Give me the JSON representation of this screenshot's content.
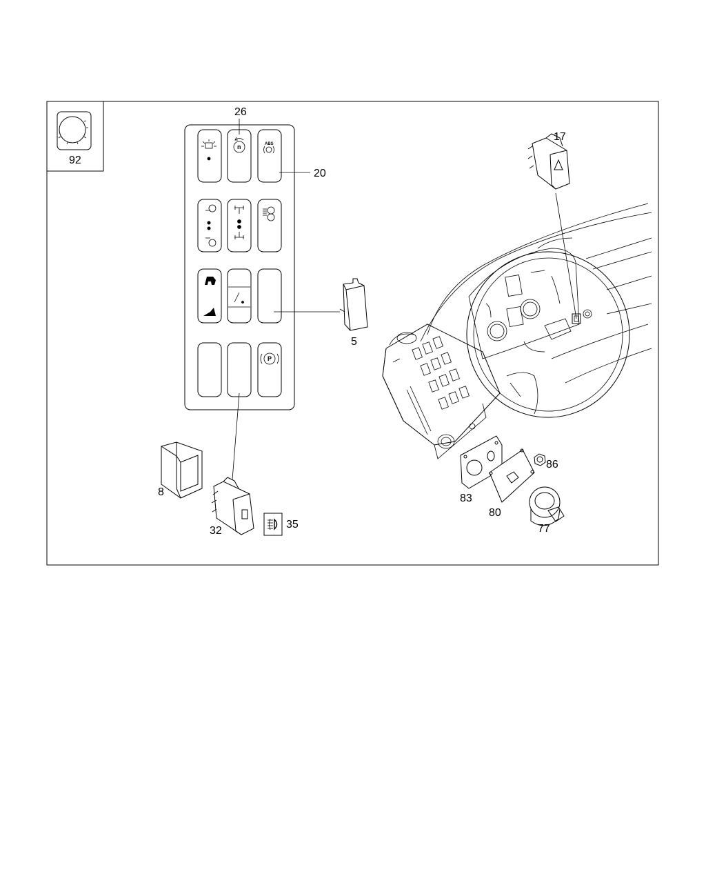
{
  "callouts": {
    "p92": "92",
    "p26": "26",
    "p20": "20",
    "p17": "17",
    "p5": "5",
    "p8": "8",
    "p32": "32",
    "p35": "35",
    "p83": "83",
    "p80": "80",
    "p86": "86",
    "p77": "77"
  },
  "switch_labels": {
    "abs": "ABS",
    "rpm": "n",
    "park": "P"
  },
  "icons": {
    "gauge": "gauge-icon",
    "beacon": "beacon-light-icon",
    "engine_speed": "engine-speed-icon",
    "abs": "abs-brake-icon",
    "diff_lock": "differential-lock-icon",
    "axle_lock": "axle-lock-icon",
    "headlamp": "headlamp-icon",
    "pto": "pto-icon",
    "tipper": "tipper-icon",
    "parking_brake": "parking-brake-icon",
    "fog_lamp": "fog-lamp-icon",
    "hazard": "hazard-warning-icon"
  }
}
